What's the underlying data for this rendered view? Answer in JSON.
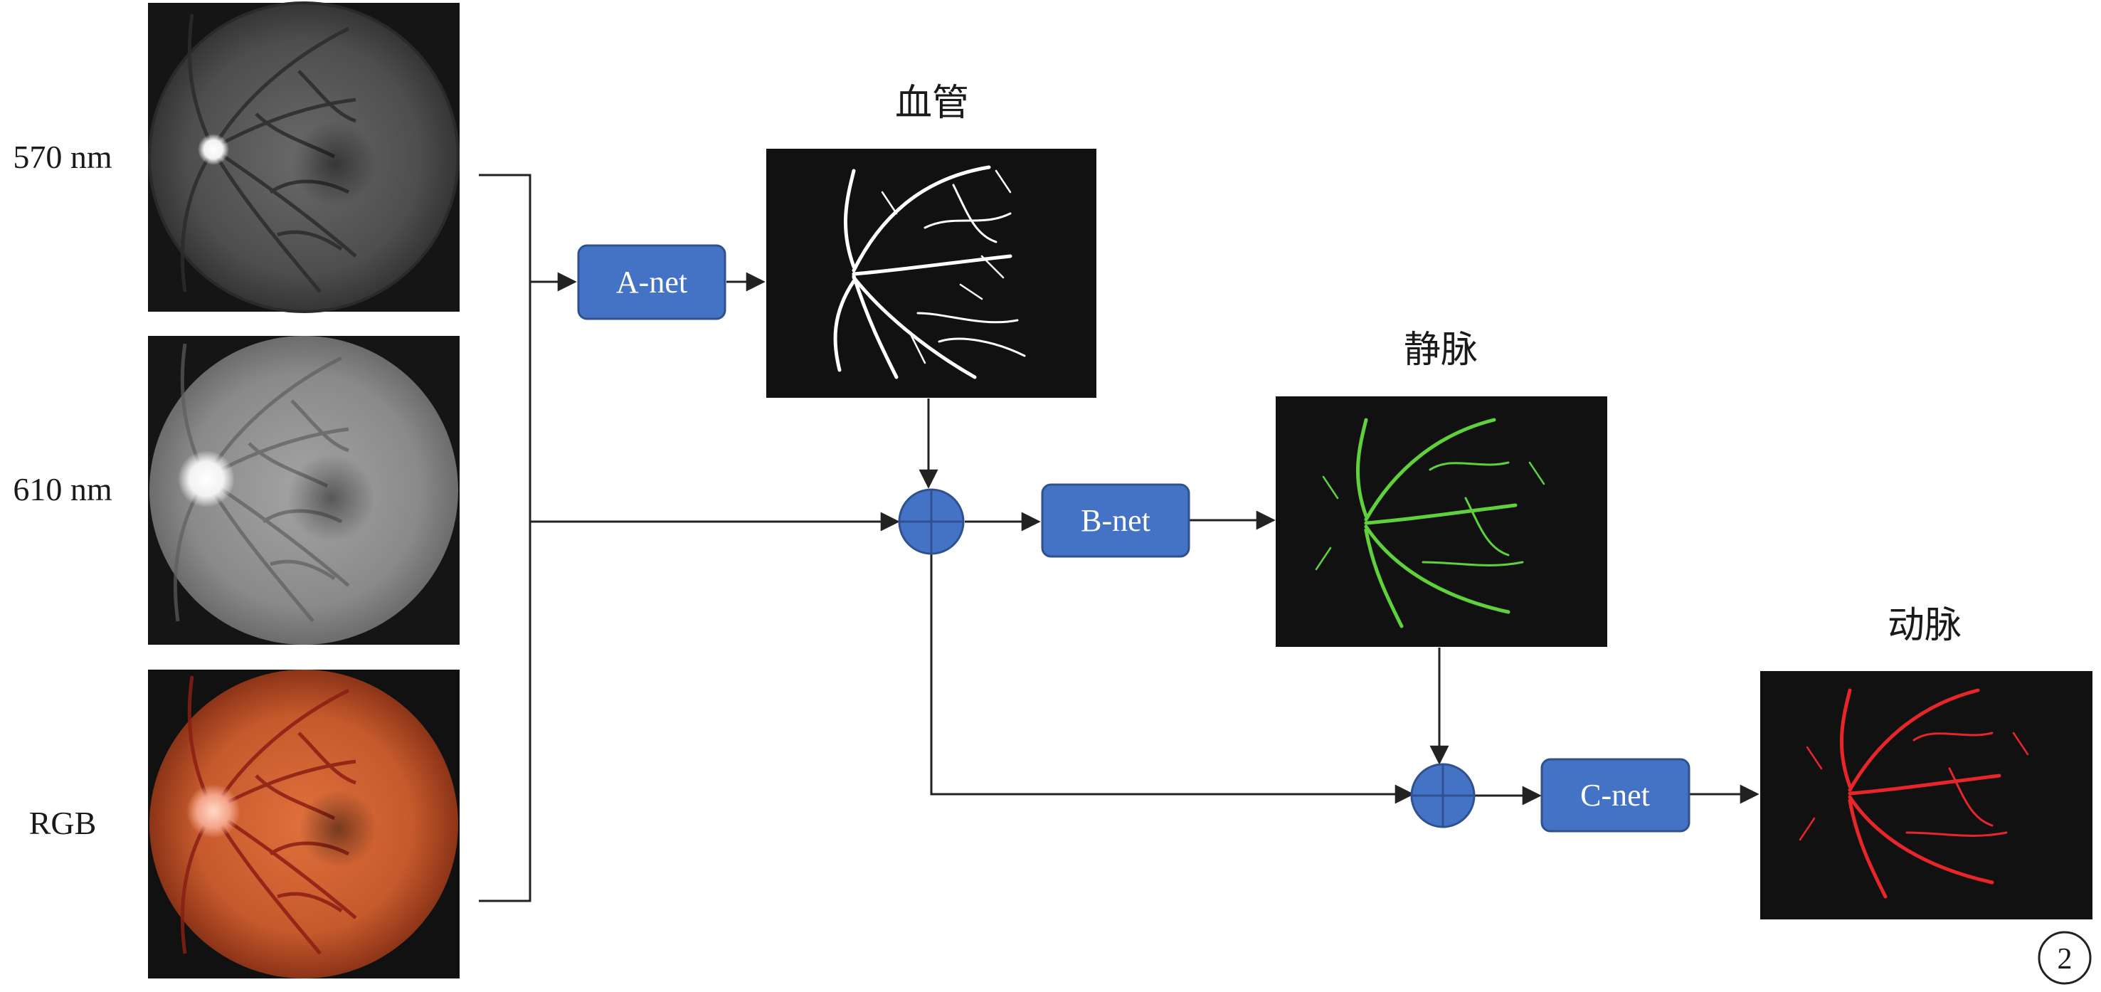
{
  "inputs": [
    {
      "label": "570 nm",
      "kind": "gray570"
    },
    {
      "label": "610 nm",
      "kind": "gray610"
    },
    {
      "label": "RGB",
      "kind": "rgb"
    }
  ],
  "networks": [
    {
      "id": "a",
      "label": "A-net"
    },
    {
      "id": "b",
      "label": "B-net"
    },
    {
      "id": "c",
      "label": "C-net"
    }
  ],
  "outputs": [
    {
      "id": "vessel",
      "title": "血管",
      "color": "#ffffff"
    },
    {
      "id": "vein",
      "title": "静脉",
      "color": "#5fd13a"
    },
    {
      "id": "artery",
      "title": "动脉",
      "color": "#e8262a"
    }
  ],
  "colors": {
    "node_fill": "#4472c4",
    "node_stroke": "#2f528f",
    "panel_bg": "#111111"
  },
  "badge": "2"
}
